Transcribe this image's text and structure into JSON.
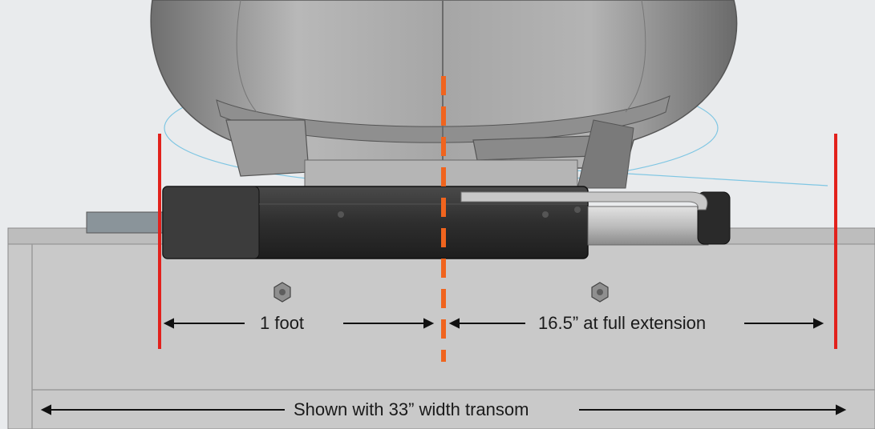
{
  "labels": {
    "left_span": "1 foot",
    "right_span": "16.5” at full extension",
    "bottom_span": "Shown with 33” width transom"
  },
  "colors": {
    "background": "#e9ebed",
    "transom": "#c9c9c9",
    "motor_body": "#a9a9a9",
    "cylinder": "#3a3a3a",
    "boundary_line": "#e2211c",
    "center_line": "#f0641e",
    "arc": "#7fc6e3",
    "arrow": "#111111"
  }
}
